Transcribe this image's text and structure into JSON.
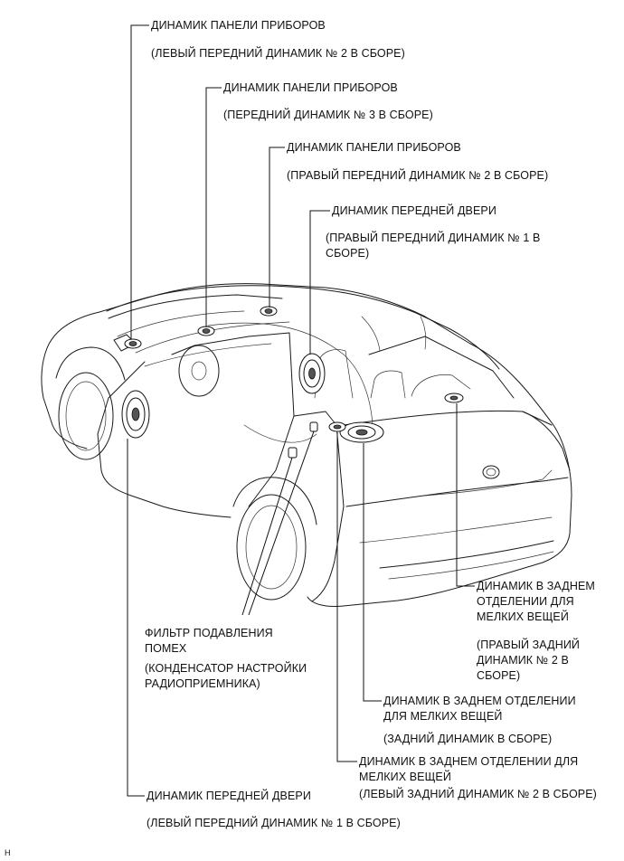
{
  "labels": {
    "ip_left": {
      "name": "ДИНАМИК ПАНЕЛИ ПРИБОРОВ",
      "assy": "(ЛЕВЫЙ ПЕРЕДНИЙ ДИНАМИК № 2 В СБОРЕ)"
    },
    "ip_center": {
      "name": "ДИНАМИК ПАНЕЛИ ПРИБОРОВ",
      "assy": "(ПЕРЕДНИЙ ДИНАМИК № 3 В СБОРЕ)"
    },
    "ip_right": {
      "name": "ДИНАМИК ПАНЕЛИ ПРИБОРОВ",
      "assy": "(ПРАВЫЙ ПЕРЕДНИЙ ДИНАМИК № 2 В СБОРЕ)"
    },
    "front_door_right": {
      "name": "ДИНАМИК ПЕРЕДНЕЙ ДВЕРИ",
      "assy_l1": "(ПРАВЫЙ ПЕРЕДНИЙ ДИНАМИК № 1 В",
      "assy_l2": "СБОРЕ)"
    },
    "rear_shelf_right": {
      "name_l1": "ДИНАМИК В ЗАДНЕМ",
      "name_l2": "ОТДЕЛЕНИИ ДЛЯ",
      "name_l3": "МЕЛКИХ ВЕЩЕЙ",
      "assy_l1": "(ПРАВЫЙ ЗАДНИЙ",
      "assy_l2": "ДИНАМИК № 2 В",
      "assy_l3": "СБОРЕ)"
    },
    "noise_filter": {
      "name_l1": "ФИЛЬТР ПОДАВЛЕНИЯ",
      "name_l2": "ПОМЕХ",
      "assy_l1": "(КОНДЕНСАТОР НАСТРОЙКИ",
      "assy_l2": "РАДИОПРИЕМНИКА)"
    },
    "rear_shelf_center": {
      "name_l1": "ДИНАМИК В ЗАДНЕМ ОТДЕЛЕНИИ",
      "name_l2": "ДЛЯ МЕЛКИХ ВЕЩЕЙ",
      "assy": "(ЗАДНИЙ ДИНАМИК В СБОРЕ)"
    },
    "rear_shelf_left": {
      "name_l1": "ДИНАМИК В ЗАДНЕМ ОТДЕЛЕНИИ ДЛЯ",
      "name_l2": "МЕЛКИХ ВЕЩЕЙ",
      "assy": "(ЛЕВЫЙ ЗАДНИЙ ДИНАМИК № 2 В СБОРЕ)"
    },
    "front_door_left": {
      "name": "ДИНАМИК ПЕРЕДНЕЙ ДВЕРИ",
      "assy": "(ЛЕВЫЙ ПЕРЕДНИЙ ДИНАМИК № 1 В СБОРЕ)"
    }
  },
  "footer_code": "H"
}
